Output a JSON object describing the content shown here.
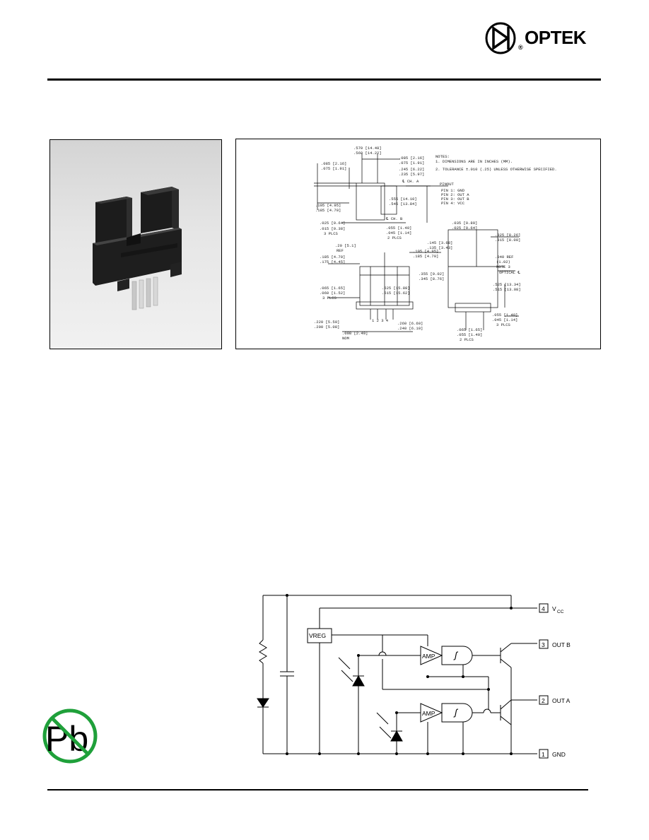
{
  "header": {
    "brand": "OPTEK",
    "brand_registered": "®"
  },
  "drawing": {
    "notes_title": "NOTES:",
    "notes": [
      "1. DIMENSIONS ARE IN INCHES (MM).",
      "2. TOLERANCE ±.010 (.25) UNLESS OTHERWISE SPECIFIED."
    ],
    "pinout_title": "PINOUT",
    "pinout": [
      "PIN 1: GND",
      "PIN 2: OUT A",
      "PIN 3: OUT B",
      "PIN 4: VCC"
    ],
    "dims": {
      "d1": ".570 [14.48]",
      "d2": ".560 [14.22]",
      "d3": ".085 [2.16]",
      "d4": ".075 [1.91]",
      "d5": ".085 [2.16]",
      "d6": ".075 [1.91]",
      "d7": ".245 [6.22]",
      "d8": ".235 [5.97]",
      "d9": ".195 [4.95]",
      "d10": ".185 [4.70]",
      "d11": ".555 [14.10]",
      "d12": ".545 [13.84]",
      "d13": ".025 [0.64]",
      "d14": ".015 [0.38]",
      "d15": "3 PLCS",
      "d16": ".055 [1.40]",
      "d17": ".045 [1.14]",
      "d18": "2 PLCS",
      "d19": ".20 [5.1]",
      "d20": "REF",
      "d21": ".185 [4.70]",
      "d22": ".175 [4.45]",
      "d23": ".195 [4.95]",
      "d24": ".185 [4.70]",
      "d25": ".145 [3.68]",
      "d26": ".135 [3.43]",
      "d27": ".035 [0.89]",
      "d28": ".025 [0.64]",
      "d29": ".325 [8.26]",
      "d30": ".315 [8.00]",
      "d31": ".040 REF",
      "d32": "(1.02)",
      "d33": "NOTE 3",
      "d34": "OPTICAL ℄",
      "d35": ".355 [9.02]",
      "d36": ".345 [8.76]",
      "d37": ".625 [15.88]",
      "d38": ".615 [15.62]",
      "d39": ".525 [13.34]",
      "d40": ".515 [13.08]",
      "d41": ".065 [1.65]",
      "d42": ".060 [1.52]",
      "d43": "3 PLCS",
      "d44": ".220 [5.59]",
      "d45": ".200 [5.08]",
      "d46": ".098 [2.49]",
      "d47": "NOM",
      "d48": ".260 [6.60]",
      "d49": ".240 [6.10]",
      "d50": ".055 [1.40]",
      "d51": ".045 [1.14]",
      "d52": "3 PLCS",
      "d53": ".065 [1.65]",
      "d54": ".055 [1.40]",
      "d55": "2 PLCS",
      "ch_a": "℄ CH. A",
      "ch_b": "℄ CH. B",
      "pins": "1  2  3  4"
    }
  },
  "schematic": {
    "vreg": "VREG",
    "amp1": "AMP",
    "amp2": "AMP",
    "pin4_num": "4",
    "pin4_label": "V",
    "pin4_sub": "CC",
    "pin3_num": "3",
    "pin3_label": "OUT B",
    "pin2_num": "2",
    "pin2_label": "OUT A",
    "pin1_num": "1",
    "pin1_label": "GND"
  },
  "badge": {
    "text": "Pb",
    "color": "#1fa03a"
  }
}
